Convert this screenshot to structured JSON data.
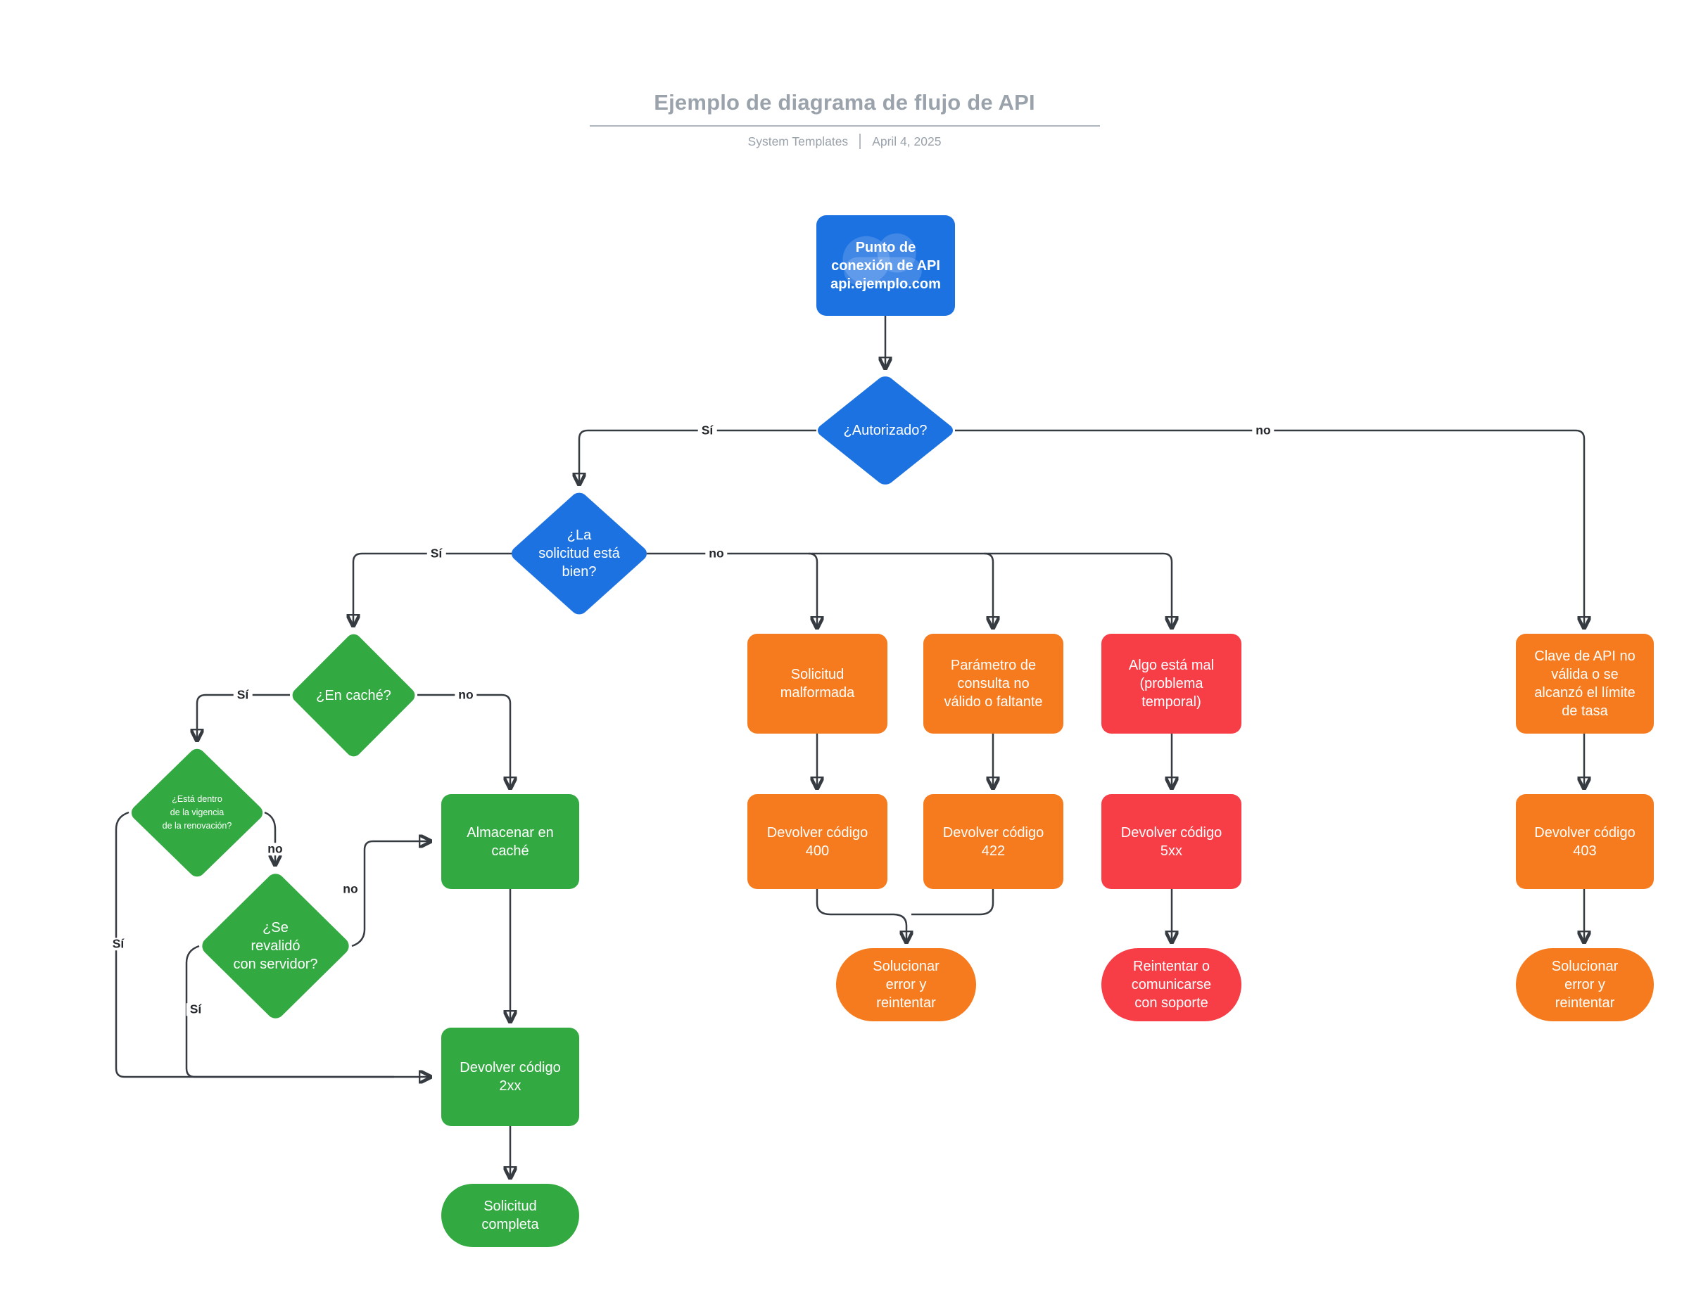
{
  "header": {
    "title": "Ejemplo de diagrama de flujo de API",
    "author": "System Templates",
    "date": "April 4, 2025"
  },
  "colors": {
    "node_blue": "#1d72e2",
    "node_green": "#33a942",
    "node_orange": "#f57b1e",
    "node_red": "#f73e46",
    "edge": "#363b42",
    "title_gray": "#9aa2ab"
  },
  "nodes": {
    "endpoint": "Punto de\nconexión de API\napi.ejemplo.com",
    "authorized": "¿Autorizado?",
    "request_ok": "¿La\nsolicitud está\nbien?",
    "in_cache": "¿En caché?",
    "within_renewal": "¿Está dentro\nde la vigencia\nde la renovación?",
    "revalidated": "¿Se\nrevalidó\ncon servidor?",
    "store_cache": "Almacenar en\ncaché",
    "return_2xx": "Devolver código\n2xx",
    "request_complete": "Solicitud\ncompleta",
    "malformed": "Solicitud\nmalformada",
    "query_param": "Parámetro de\nconsulta no\nválido o faltante",
    "something_wrong": "Algo está mal\n(problema\ntemporal)",
    "invalid_key": "Clave de API no\nválida o se\nalcanzó el límite\nde tasa",
    "return_400": "Devolver código\n400",
    "return_422": "Devolver código\n422",
    "return_5xx": "Devolver código\n5xx",
    "return_403": "Devolver código\n403",
    "fix_retry_1": "Solucionar\nerror y\nreintentar",
    "retry_support": "Reintentar o\ncomunicarse\ncon soporte",
    "fix_retry_2": "Solucionar\nerror y\nreintentar"
  },
  "edge_labels": {
    "authorized_yes": "Sí",
    "authorized_no": "no",
    "request_yes": "Sí",
    "request_no": "no",
    "cache_yes": "Sí",
    "cache_no": "no",
    "renewal_no": "no",
    "renewal_yes": "Sí",
    "revalidated_no": "no",
    "revalidated_yes": "Sí"
  }
}
